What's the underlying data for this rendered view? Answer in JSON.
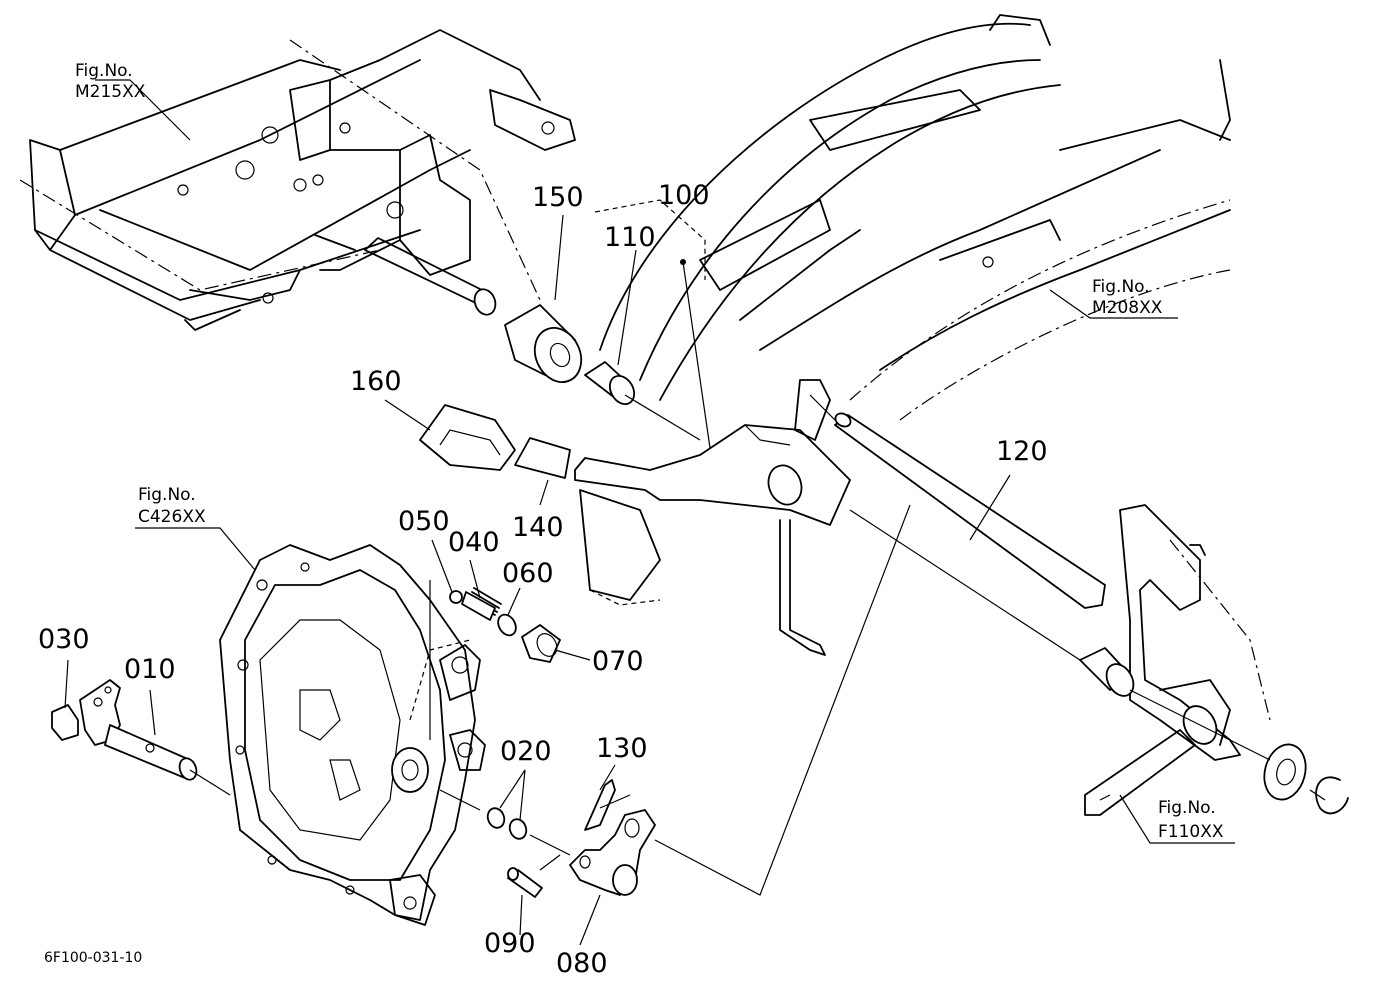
{
  "document": {
    "code": "6F100-031-10"
  },
  "fig_refs": [
    {
      "id": "m215",
      "line1": "Fig.No.",
      "line2": "M215XX"
    },
    {
      "id": "m208",
      "line1": "Fig.No.",
      "line2": "M208XX"
    },
    {
      "id": "c426",
      "line1": "Fig.No.",
      "line2": "C426XX"
    },
    {
      "id": "f110",
      "line1": "Fig.No.",
      "line2": "F110XX"
    }
  ],
  "parts": [
    {
      "id": "p100",
      "number": "100"
    },
    {
      "id": "p110",
      "number": "110"
    },
    {
      "id": "p150",
      "number": "150"
    },
    {
      "id": "p160",
      "number": "160"
    },
    {
      "id": "p140",
      "number": "140"
    },
    {
      "id": "p120",
      "number": "120"
    },
    {
      "id": "p050",
      "number": "050"
    },
    {
      "id": "p040",
      "number": "040"
    },
    {
      "id": "p060",
      "number": "060"
    },
    {
      "id": "p070",
      "number": "070"
    },
    {
      "id": "p030",
      "number": "030"
    },
    {
      "id": "p010",
      "number": "010"
    },
    {
      "id": "p020",
      "number": "020"
    },
    {
      "id": "p130",
      "number": "130"
    },
    {
      "id": "p090",
      "number": "090"
    },
    {
      "id": "p080",
      "number": "080"
    }
  ]
}
